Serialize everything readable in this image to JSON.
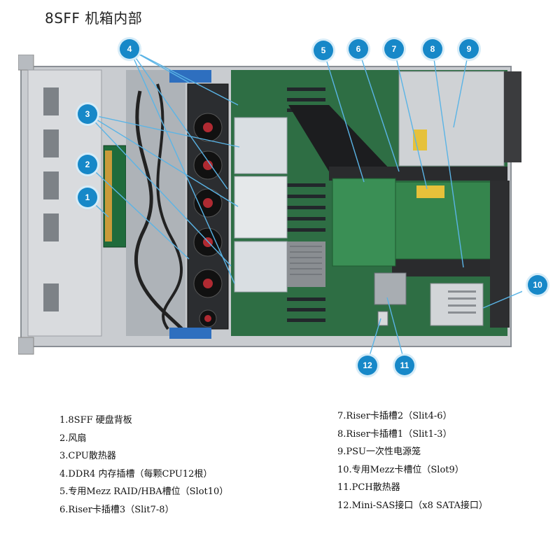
{
  "title": "8SFF 机箱内部",
  "callouts": [
    "1",
    "2",
    "3",
    "4",
    "5",
    "6",
    "7",
    "8",
    "9",
    "10",
    "11",
    "12"
  ],
  "legend_left": [
    "1.8SFF 硬盘背板",
    "2.风扇",
    "3.CPU散热器",
    "4.DDR4 内存插槽（每颗CPU12根）",
    "5.专用Mezz RAID/HBA槽位（Slot10）",
    "6.Riser卡插槽3（Slit7-8）"
  ],
  "legend_right": [
    "7.Riser卡插槽2（Slit4-6）",
    "8.Riser卡插槽1（Slit1-3）",
    "9.PSU一次性电源笼",
    "10.专用Mezz卡槽位（Slot9）",
    "11.PCH散热器",
    "12.Mini-SAS接口（x8 SATA接口）"
  ],
  "colors": {
    "callout": "#1788c8",
    "leader": "#5ab4e6"
  }
}
